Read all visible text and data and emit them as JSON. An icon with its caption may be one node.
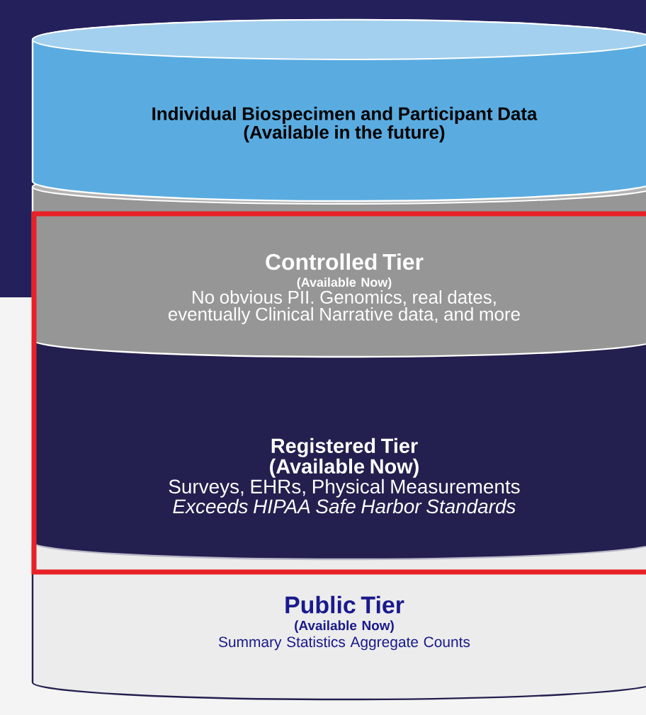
{
  "diagram": {
    "nodes": [
      {
        "text": [
          "Individual Biospecimen and Participant Data",
          "(Available in the future)"
        ]
      },
      {
        "text": [
          "Controlled Tier",
          "(Available Now)",
          "No obvious PII. Genomics, real dates, eventually Clinical Narrative data, and more"
        ]
      },
      {
        "text": [
          "Registered Tier",
          "(Available Now)",
          "Surveys, EHRs, Physical Measurements",
          "Exceeds HIPAA Safe Harbor Standards"
        ]
      },
      {
        "text": [
          "Public Tier",
          "(Available Now)",
          "Summary Statistics Aggregate Counts"
        ]
      }
    ]
  }
}
